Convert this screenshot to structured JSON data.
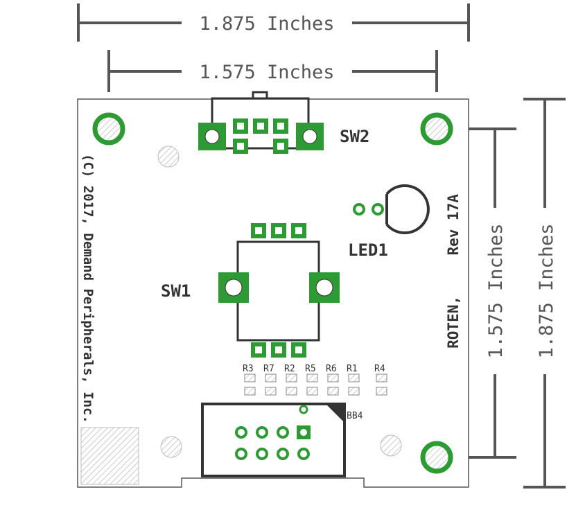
{
  "dimensions": {
    "outer_width": "1.875 Inches",
    "hole_spacing_width": "1.575 Inches",
    "hole_spacing_height": "1.575 Inches",
    "outer_height": "1.875 Inches"
  },
  "silkscreen": {
    "copyright": "(C) 2017, Demand Peripherals, Inc.",
    "rev_line1": "Rev 17A",
    "rev_line2": "ROTEN,",
    "sw1": "SW1",
    "sw2": "SW2",
    "led1": "LED1",
    "bb4": "BB4"
  },
  "resistors": [
    "R3",
    "R7",
    "R2",
    "R5",
    "R6",
    "R1",
    "R4"
  ],
  "colors": {
    "pad_green": "#2e9a33",
    "outline_dark": "#333333",
    "dim_line": "#555555",
    "hatch_gray": "#bbbbbb"
  }
}
